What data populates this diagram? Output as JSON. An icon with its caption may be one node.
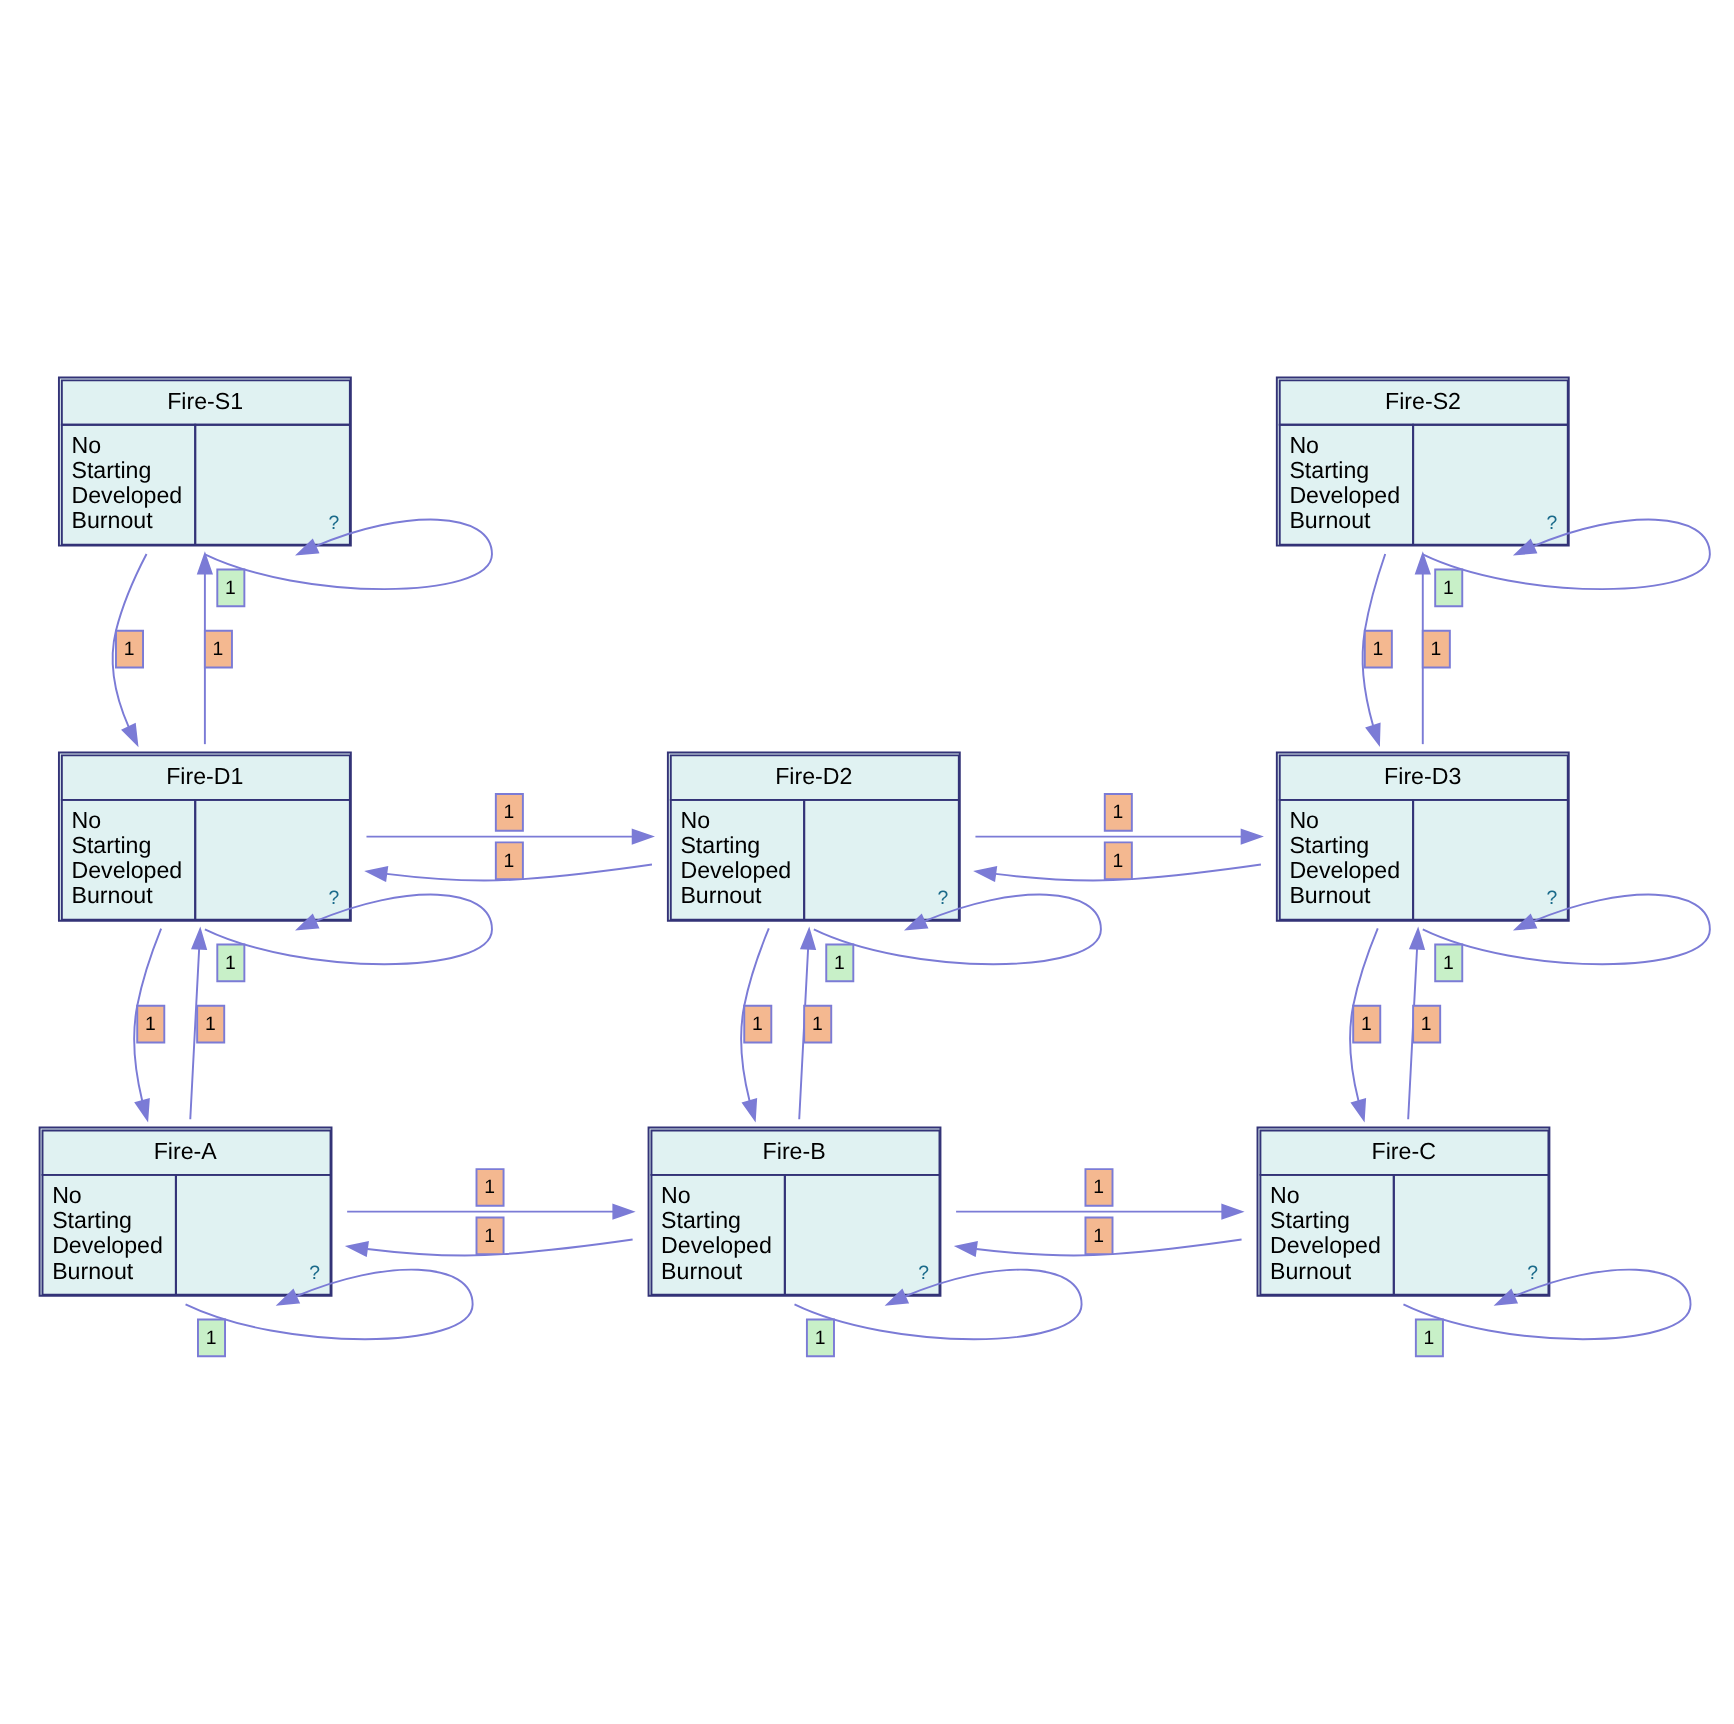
{
  "diagram": {
    "nodes": [
      {
        "text": [
          "Fire-S1",
          "No",
          "Starting",
          "Developed",
          "Burnout",
          "?"
        ]
      },
      {
        "text": [
          "Fire-S2",
          "No",
          "Starting",
          "Developed",
          "Burnout",
          "?"
        ]
      },
      {
        "text": [
          "Fire-D1",
          "No",
          "Starting",
          "Developed",
          "Burnout",
          "?"
        ]
      },
      {
        "text": [
          "Fire-D2",
          "No",
          "Starting",
          "Developed",
          "Burnout",
          "?"
        ]
      },
      {
        "text": [
          "Fire-D3",
          "No",
          "Starting",
          "Developed",
          "Burnout",
          "?"
        ]
      },
      {
        "text": [
          "Fire-A",
          "No",
          "Starting",
          "Developed",
          "Burnout",
          "?"
        ]
      },
      {
        "text": [
          "Fire-B",
          "No",
          "Starting",
          "Developed",
          "Burnout",
          "?"
        ]
      },
      {
        "text": [
          "Fire-C",
          "No",
          "Starting",
          "Developed",
          "Burnout",
          "?"
        ]
      }
    ],
    "edges": [
      {
        "from": 0,
        "to": 2,
        "arrow": "to",
        "label": "1"
      },
      {
        "from": 2,
        "to": 0,
        "arrow": "to",
        "label": "1"
      },
      {
        "from": 0,
        "to": 0,
        "arrow": "to",
        "label": "1"
      },
      {
        "from": 1,
        "to": 1,
        "arrow": "to",
        "label": "1"
      },
      {
        "from": 4,
        "to": 1,
        "arrow": "to",
        "label": "1"
      },
      {
        "from": 1,
        "to": 4,
        "arrow": "to",
        "label": "1"
      },
      {
        "from": 2,
        "to": 3,
        "arrow": "to",
        "label": "1"
      },
      {
        "from": 3,
        "to": 2,
        "arrow": "to",
        "label": "1"
      },
      {
        "from": 3,
        "to": 4,
        "arrow": "to",
        "label": "1"
      },
      {
        "from": 4,
        "to": 3,
        "arrow": "to",
        "label": "1"
      },
      {
        "from": 5,
        "to": 2,
        "arrow": "to",
        "label": "1"
      },
      {
        "from": 2,
        "to": 2,
        "arrow": "to",
        "label": "1"
      },
      {
        "from": 2,
        "to": 5,
        "arrow": "to",
        "label": "1"
      },
      {
        "from": 6,
        "to": 3,
        "arrow": "to",
        "label": "1"
      },
      {
        "from": 3,
        "to": 3,
        "arrow": "to",
        "label": "1"
      },
      {
        "from": 3,
        "to": 6,
        "arrow": "to",
        "label": "1"
      },
      {
        "from": 7,
        "to": 4,
        "arrow": "to",
        "label": "1"
      },
      {
        "from": 4,
        "to": 4,
        "arrow": "to",
        "label": "1"
      },
      {
        "from": 4,
        "to": 7,
        "arrow": "to",
        "label": "1"
      },
      {
        "from": 5,
        "to": 6,
        "arrow": "to",
        "label": "1"
      },
      {
        "from": 6,
        "to": 5,
        "arrow": "to",
        "label": "1"
      },
      {
        "from": 6,
        "to": 7,
        "arrow": "to",
        "label": "1"
      },
      {
        "from": 7,
        "to": 6,
        "arrow": "to",
        "label": "1"
      },
      {
        "from": 5,
        "to": 5,
        "arrow": "to",
        "label": "1"
      },
      {
        "from": 6,
        "to": 6,
        "arrow": "to",
        "label": "1"
      },
      {
        "from": 7,
        "to": 7,
        "arrow": "to",
        "label": "1"
      }
    ]
  }
}
